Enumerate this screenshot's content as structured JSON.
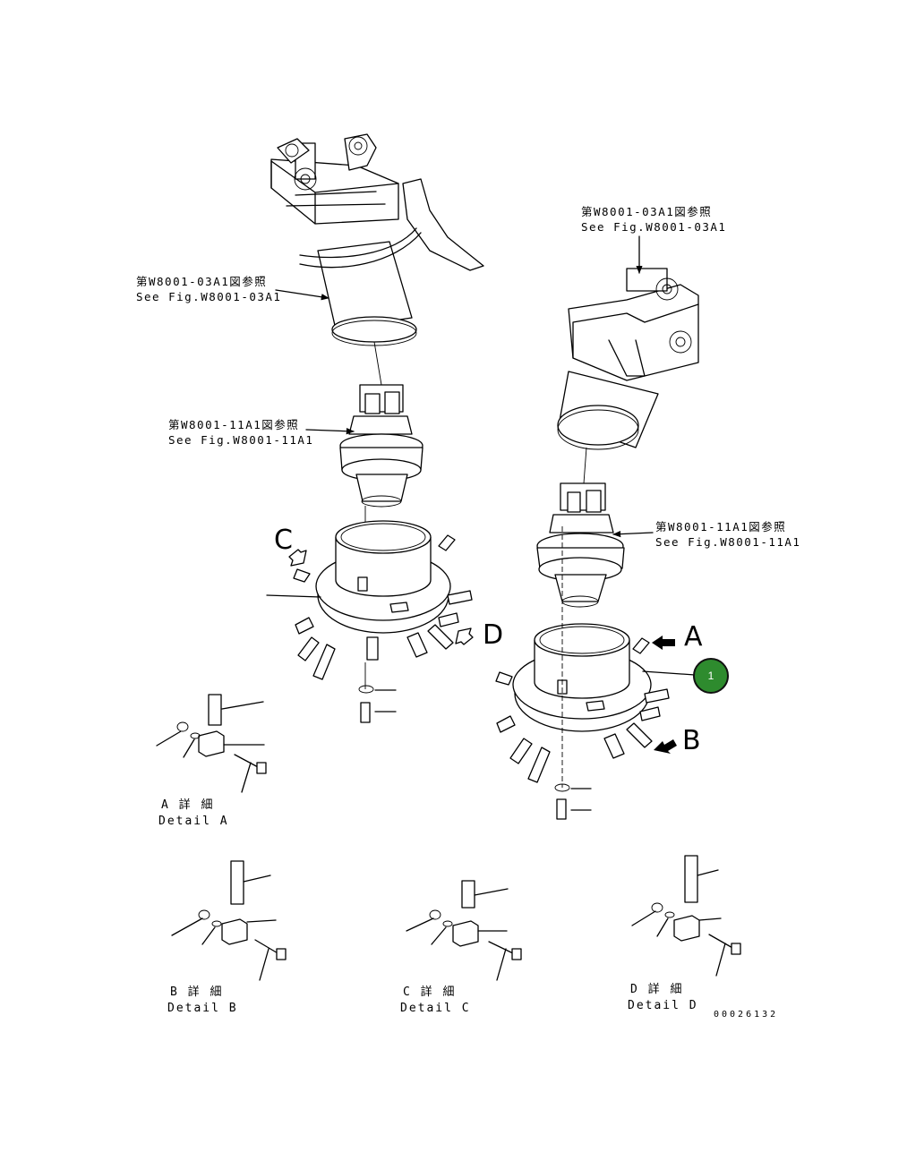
{
  "references": {
    "left_upper_jp": "第W8001-03A1図参照",
    "left_upper_en": "See Fig.W8001-03A1",
    "left_motor_jp": "第W8001-11A1図参照",
    "left_motor_en": "See Fig.W8001-11A1",
    "right_upper_jp": "第W8001-03A1図参照",
    "right_upper_en": "See Fig.W8001-03A1",
    "right_motor_jp": "第W8001-11A1図参照",
    "right_motor_en": "See Fig.W8001-11A1"
  },
  "view_letters": {
    "a": "A",
    "b": "B",
    "c": "C",
    "d": "D"
  },
  "callout": {
    "number": "1",
    "color": "#2e8b2e"
  },
  "details": {
    "a_jp": "A 詳 細",
    "a_en": "Detail A",
    "b_jp": "B 詳 細",
    "b_en": "Detail B",
    "c_jp": "C 詳 細",
    "c_en": "Detail C",
    "d_jp": "D 詳 細",
    "d_en": "Detail D"
  },
  "figure_number": "00026132"
}
